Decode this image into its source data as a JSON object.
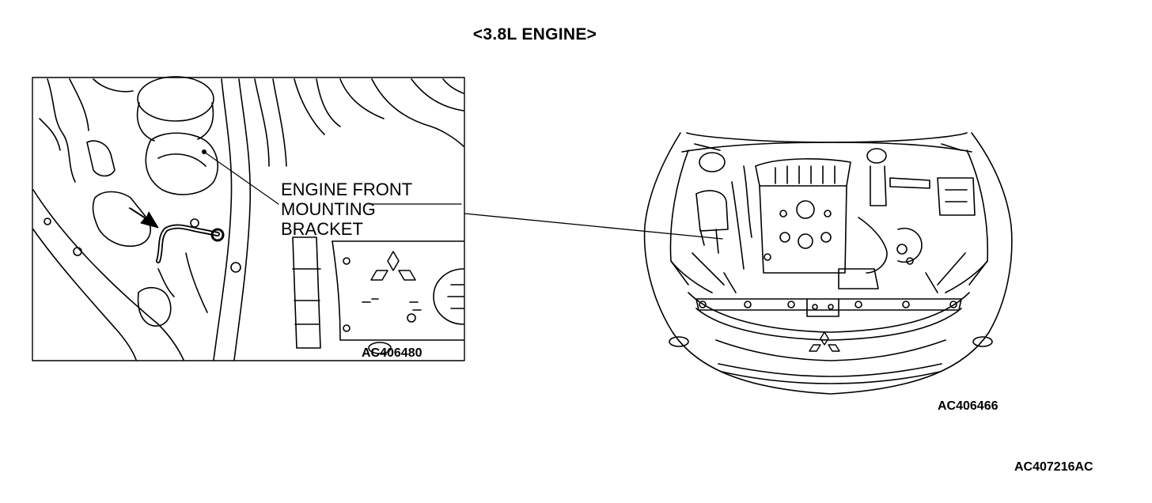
{
  "title": "<3.8L ENGINE>",
  "detail_view": {
    "callout_lines": [
      "ENGINE FRONT",
      "MOUNTING",
      "BRACKET"
    ],
    "code": "AC406480"
  },
  "overview_view": {
    "code": "AC406466"
  },
  "figure_code": "AC407216AC",
  "icons": [
    "arrow-icon",
    "mitsubishi-logo-icon"
  ]
}
